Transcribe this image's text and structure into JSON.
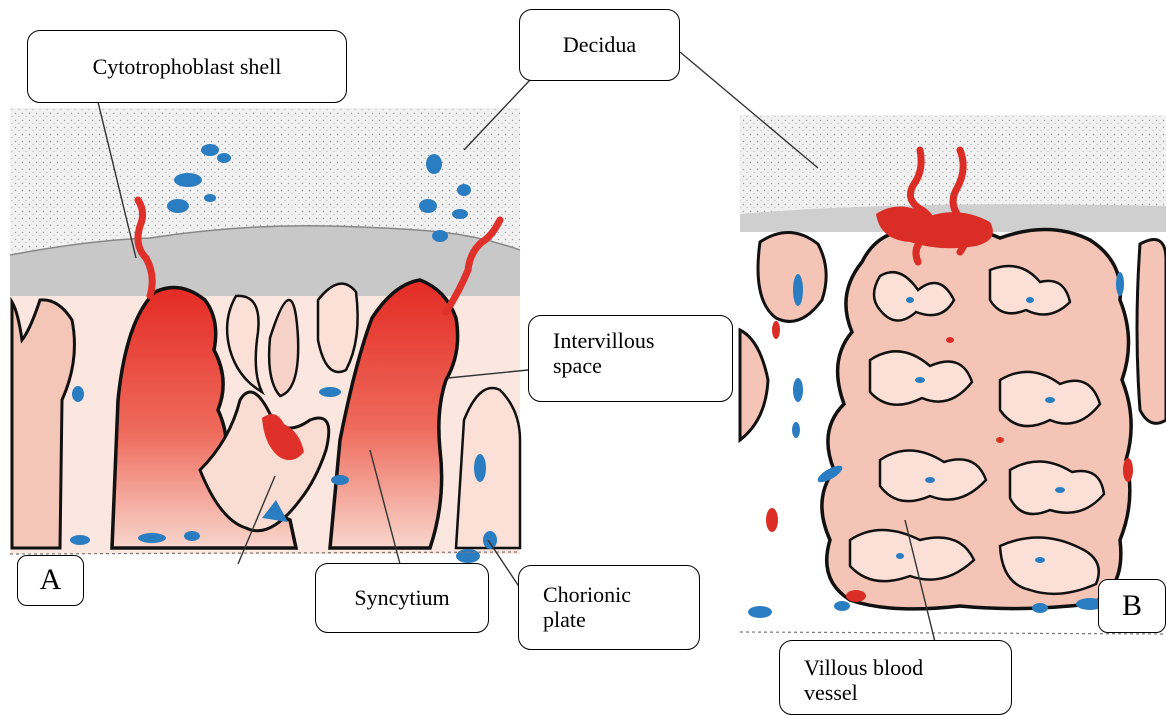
{
  "panels": {
    "a": {
      "letter": "A"
    },
    "b": {
      "letter": "B"
    }
  },
  "labels": {
    "cytotrophoblast_shell": "Cytotrophoblast shell",
    "decidua": "Decidua",
    "intervillous_space": [
      "Intervillous",
      "space"
    ],
    "syncytium": "Syncytium",
    "chorionic_plate": [
      "Chorionic",
      "plate"
    ],
    "villous_blood_vessel": [
      "Villous blood",
      "vessel"
    ]
  },
  "colors": {
    "decidua_stipple": "#d9d9d9",
    "shell_gray": "#c8c8c8",
    "villus_fill": "#f6c9bd",
    "maternal_red": "#e23b2e",
    "fetal_blue": "#2a7dc0",
    "outline": "#111111"
  }
}
